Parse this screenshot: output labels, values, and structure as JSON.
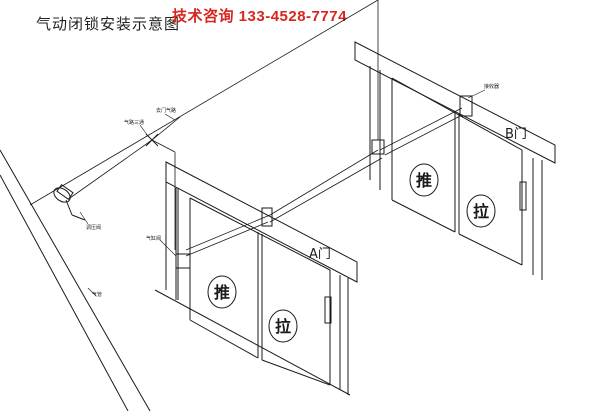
{
  "title": "气动闭锁安装示意图",
  "contact": "技术咨询 133-4528-7774",
  "labels": {
    "air_pipe": "气管",
    "pressure_valve": "调压阀",
    "tee": "气路三通",
    "to_door_pipe": "去门气路",
    "cylinder_a": "气缸阀",
    "cylinder_b": "接收器",
    "door_a": "A门",
    "door_b": "B门",
    "push": "推",
    "pull": "拉"
  },
  "colors": {
    "line": "#1a1a1a",
    "accent": "#d8261f"
  }
}
